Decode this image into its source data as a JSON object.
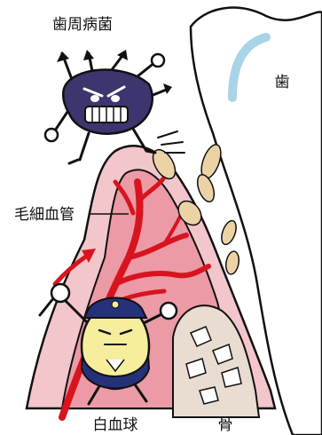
{
  "labels": {
    "pathogen": "歯周病菌",
    "tooth": "歯",
    "capillary": "毛細血管",
    "white_blood_cell": "白血球",
    "bone": "骨"
  },
  "colors": {
    "gum_pink": "#f3c6cc",
    "gum_inner": "#ec9aa6",
    "vessel_red": "#d8141e",
    "bacteria_purple": "#3c356e",
    "plaque_tan": "#ecd3a6",
    "bone_beige": "#e9dcd0",
    "tooth_canal_blue": "#a9d3e6",
    "wbc_yellow": "#f6ee9c",
    "police_navy": "#25327a"
  },
  "icons": {
    "pathogen": "bacteria-character-icon",
    "white_blood_cell": "police-cell-character-icon"
  }
}
